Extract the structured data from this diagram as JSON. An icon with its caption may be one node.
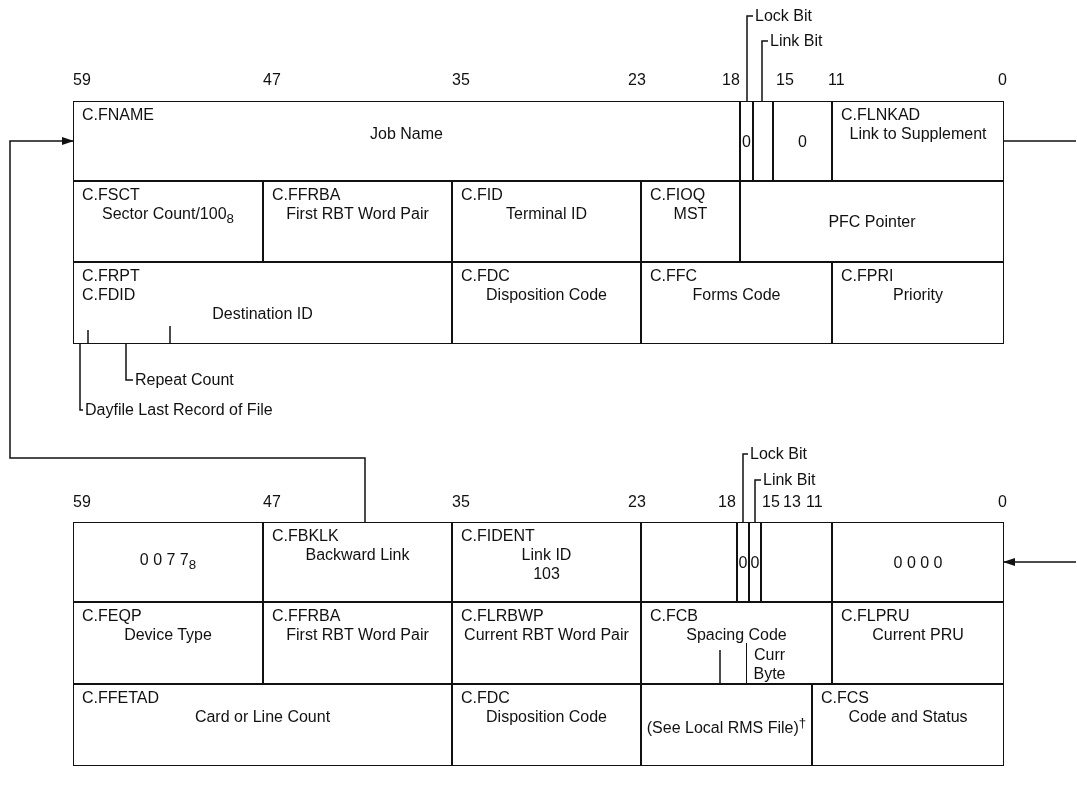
{
  "diagram": {
    "nodes": [
      {
        "text": [
          "Lock Bit"
        ]
      },
      {
        "text": [
          "Link Bit"
        ]
      },
      {
        "text": [
          "C.FNAME",
          "Job Name"
        ]
      },
      {
        "text": [
          "0"
        ]
      },
      {
        "text": [],
        "shape": "box"
      },
      {
        "text": [
          "0"
        ]
      },
      {
        "text": [
          "C.FLNKAD",
          "Link to Supplement"
        ]
      },
      {
        "text": [
          "C.FSCT",
          "Sector Count/100$_{8}$"
        ]
      },
      {
        "text": [
          "C.FFRBA",
          "First RBT Word Pair"
        ]
      },
      {
        "text": [
          "C.FID",
          "Terminal ID"
        ]
      },
      {
        "text": [
          "C.FIOQ",
          "MST"
        ]
      },
      {
        "text": [
          "PFC Pointer"
        ]
      },
      {
        "text": [
          "C.FRPT",
          "C.FDID",
          "Destination ID"
        ]
      },
      {
        "text": [
          "C.FDC",
          "Disposition Code"
        ]
      },
      {
        "text": [
          "C.FFC",
          "Forms Code"
        ]
      },
      {
        "text": [
          "C.FPRI",
          "Priority"
        ]
      },
      {
        "text": [
          "Repeat Count"
        ]
      },
      {
        "text": [
          "Dayfile Last Record of File"
        ]
      },
      {
        "text": [
          "Lock Bit"
        ]
      },
      {
        "text": [
          "Link Bit"
        ]
      },
      {
        "text": [
          "0 0 7 7$_{8}$"
        ]
      },
      {
        "text": [
          "C.FBKLK",
          "Backward Link"
        ]
      },
      {
        "text": [
          "C.FIDENT",
          "Link ID",
          "103"
        ]
      },
      {
        "text": [],
        "shape": "box"
      },
      {
        "text": [
          "0"
        ]
      },
      {
        "text": [
          "0"
        ]
      },
      {
        "text": [],
        "shape": "box"
      },
      {
        "text": [
          "0 0 0 0"
        ]
      },
      {
        "text": [
          "C.FEQP",
          "Device Type"
        ]
      },
      {
        "text": [
          "C.FFRBA",
          "First RBT Word Pair"
        ]
      },
      {
        "text": [
          "C.FLRBWP",
          "Current RBT Word Pair"
        ]
      },
      {
        "text": [
          "C.FCB",
          "Spacing Code"
        ]
      },
      {
        "text": [
          "Curr Byte"
        ],
        "in": 31
      },
      {
        "text": [
          "C.FLPRU",
          "Current PRU"
        ]
      },
      {
        "text": [
          "C.FFETAD",
          "Card or Line Count"
        ]
      },
      {
        "text": [
          "C.FDC",
          "Disposition Code"
        ]
      },
      {
        "text": [
          "(See Local RMS File)$^{†}$"
        ]
      },
      {
        "text": [
          "C.FCS",
          "Code and Status"
        ]
      }
    ],
    "edges": [
      {
        "from": 0,
        "to": 3,
        "arrow": "none"
      },
      {
        "from": 1,
        "to": 4,
        "arrow": "none"
      },
      {
        "from": 6,
        "to": null,
        "arrow": "none"
      },
      {
        "from": 16,
        "to": 12,
        "arrow": "none"
      },
      {
        "from": 17,
        "to": 12,
        "arrow": "none"
      },
      {
        "from": 18,
        "to": 24,
        "arrow": "none"
      },
      {
        "from": 19,
        "to": 25,
        "arrow": "none"
      },
      {
        "from": 21,
        "to": 2,
        "arrow": "to"
      },
      {
        "from": null,
        "to": 27,
        "arrow": "to"
      }
    ],
    "labels": [
      "59",
      "47",
      "35",
      "23",
      "18",
      "15",
      "11",
      "0",
      "59",
      "47",
      "35",
      "23",
      "18",
      "15",
      "13",
      "11",
      "0"
    ]
  }
}
